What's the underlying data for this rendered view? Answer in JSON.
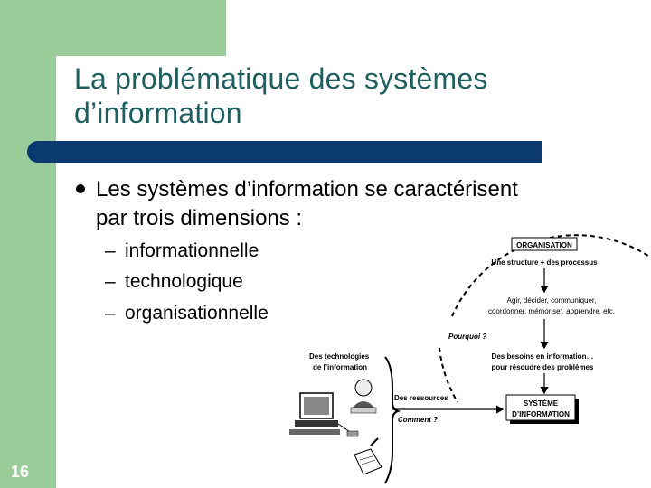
{
  "slide": {
    "title_line1": "La problématique des systèmes",
    "title_line2": "d’information",
    "bullet_line1": "Les systèmes d’information se caractérisent",
    "bullet_line2": "par trois dimensions :",
    "sub_items": [
      {
        "dash": "–",
        "label": "informationnelle"
      },
      {
        "dash": "–",
        "label": "technologique"
      },
      {
        "dash": "–",
        "label": "organisationnelle"
      }
    ],
    "page_number": "16"
  },
  "diagram": {
    "organisation": "ORGANISATION",
    "structure": "Une structure + des processus",
    "actions_line1": "Agir, décider, communiquer,",
    "actions_line2": "coordonner, mémoriser, apprendre, etc.",
    "pourquoi": "Pourquoi ?",
    "besoins_line1": "Des besoins en information…",
    "besoins_line2": "pour résoudre des problèmes",
    "technologies_line1": "Des technologies",
    "technologies_line2": "de l’information",
    "ressources": "Des ressources",
    "comment": "Comment ?",
    "si_line1": "SYSTÈME",
    "si_line2": "D’INFORMATION"
  },
  "colors": {
    "green": "#99cc99",
    "title": "#1f5f5f",
    "bar": "#0a3a70"
  }
}
